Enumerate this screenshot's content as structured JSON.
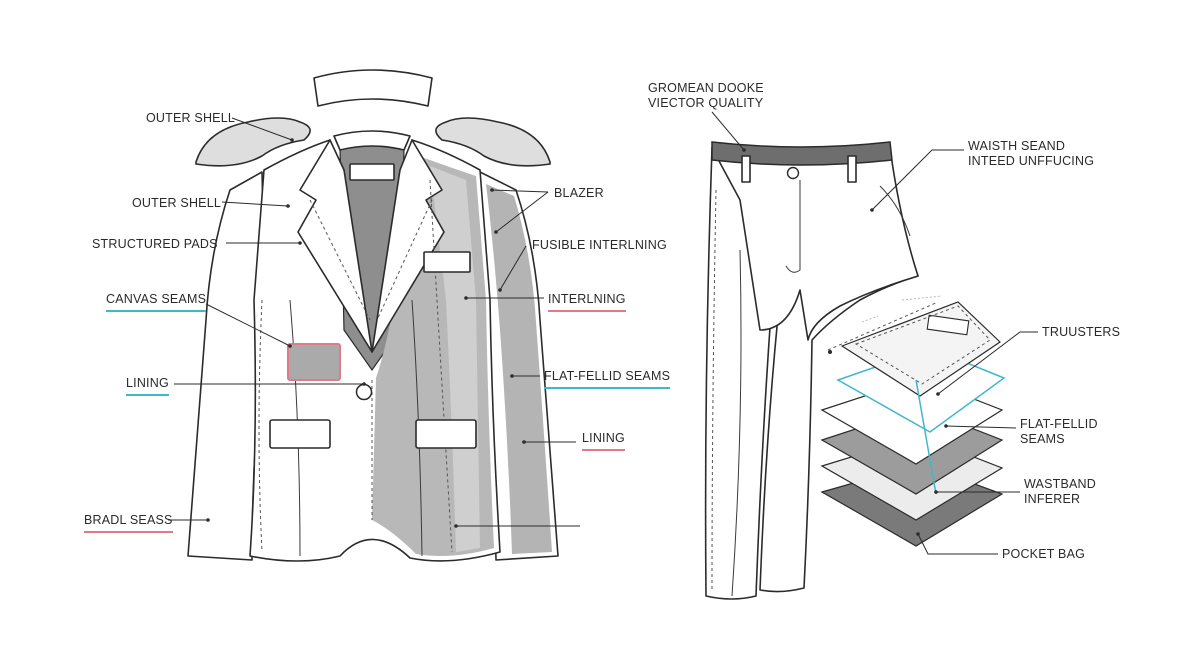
{
  "diagram": {
    "accents": {
      "blue": "#3fb8cc",
      "red": "#e07a88",
      "panel": "#aeaeae",
      "dark": "#6d6d6d"
    },
    "blazer": {
      "labels": {
        "outer_shell_top": "OUTER SHELL",
        "outer_shell": "OUTER SHELL",
        "structured_pads": "STRUCTURED PADS",
        "canvas_seams": "CANVAS SEAMS",
        "lining_left": "LINING",
        "bradl_seass": "BRADL SEASS",
        "blazer": "BLAZER",
        "fusible_interlining": "FUSIBLE INTERLNING",
        "interlining": "INTERLNING",
        "flat_felled_seams": "FLAT-FELLID SEAMS",
        "lining_right": "LINING"
      }
    },
    "trousers": {
      "labels": {
        "header_line1": "GROMEAN DOOKE",
        "header_line2": "VIECTOR QUALITY",
        "waist_line1": "WAISTH SEAND",
        "waist_line2": "INTEED UNFFUCING",
        "trousers": "TRUUSTERS",
        "flat_felled_line1": "FLAT-FELLID",
        "flat_felled_line2": "SEAMS",
        "waistband_line1": "WASTBAND",
        "waistband_line2": "INFERER",
        "pocket_bag": "POCKET BAG"
      }
    }
  }
}
